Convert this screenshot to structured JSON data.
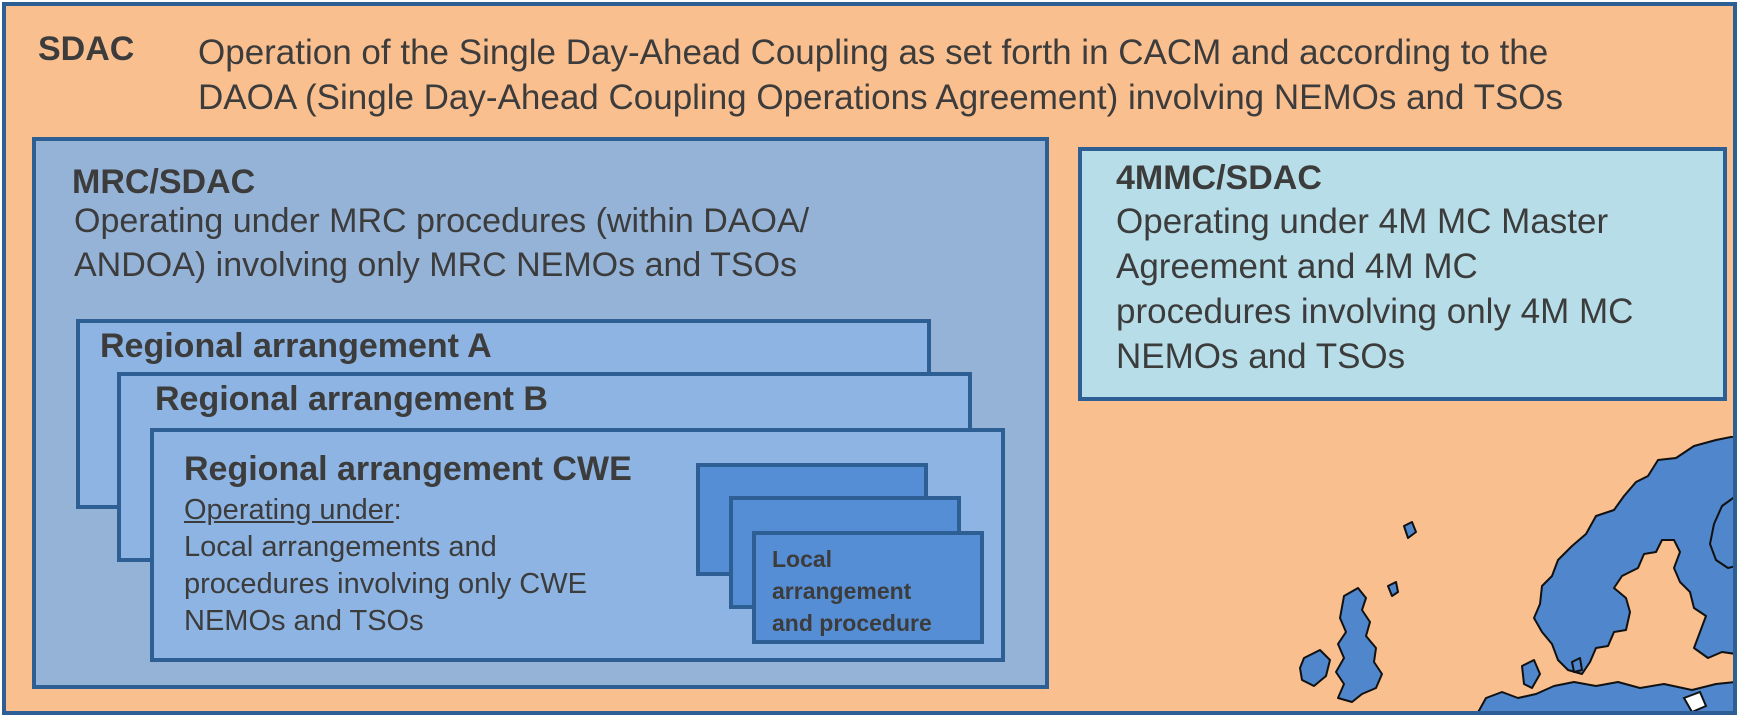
{
  "sdac": {
    "title": "SDAC",
    "desc_line1": "Operation of the Single Day-Ahead Coupling as set forth in CACM and according to the",
    "desc_line2": "DAOA (Single Day-Ahead Coupling Operations Agreement) involving NEMOs and TSOs"
  },
  "mrc": {
    "title": "MRC/SDAC",
    "desc_line1": "Operating under MRC procedures (within DAOA/",
    "desc_line2": "ANDOA) involving only MRC NEMOs and TSOs"
  },
  "regional": {
    "a_title": "Regional arrangement A",
    "b_title": "Regional arrangement B",
    "cwe_title": "Regional arrangement CWE",
    "cwe_operating_under": "Operating under",
    "cwe_colon": ":",
    "cwe_line1": "Local arrangements and",
    "cwe_line2": "procedures involving only CWE",
    "cwe_line3": "NEMOs and TSOs"
  },
  "local": {
    "line1": "Local",
    "line2": "arrangement",
    "line3": "and procedure"
  },
  "mmc": {
    "title": "4MMC/SDAC",
    "desc_line1": "Operating under 4M MC Master",
    "desc_line2": "Agreement and 4M MC",
    "desc_line3": "procedures involving only 4M MC",
    "desc_line4": "NEMOs and TSOs"
  },
  "colors": {
    "background": "#fabf8f",
    "border": "#2e5f94",
    "mrc_box": "#95b3d7",
    "regional_box": "#8db4e2",
    "local_box": "#558ed5",
    "mmc_box": "#b7dee8",
    "map_land": "#4f86cc"
  }
}
